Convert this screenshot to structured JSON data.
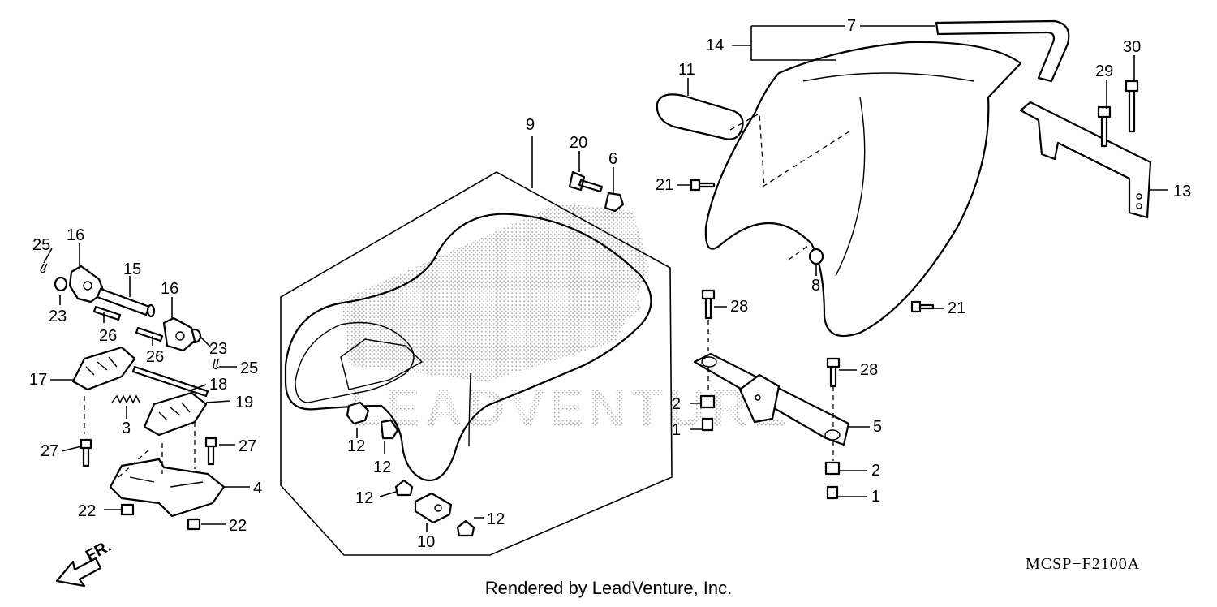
{
  "diagram": {
    "code": "MCSP−F2100A",
    "credit": "Rendered by LeadVenture, Inc.",
    "direction_label": "FR.",
    "watermark_text": "LEADVENTURE",
    "callouts": [
      {
        "id": "c1a",
        "text": "1"
      },
      {
        "id": "c1b",
        "text": "1"
      },
      {
        "id": "c2a",
        "text": "2"
      },
      {
        "id": "c2b",
        "text": "2"
      },
      {
        "id": "c3",
        "text": "3"
      },
      {
        "id": "c4",
        "text": "4"
      },
      {
        "id": "c5",
        "text": "5"
      },
      {
        "id": "c6",
        "text": "6"
      },
      {
        "id": "c7",
        "text": "7"
      },
      {
        "id": "c8",
        "text": "8"
      },
      {
        "id": "c9",
        "text": "9"
      },
      {
        "id": "c10",
        "text": "10"
      },
      {
        "id": "c11",
        "text": "11"
      },
      {
        "id": "c12a",
        "text": "12"
      },
      {
        "id": "c12b",
        "text": "12"
      },
      {
        "id": "c12c",
        "text": "12"
      },
      {
        "id": "c12d",
        "text": "12"
      },
      {
        "id": "c13",
        "text": "13"
      },
      {
        "id": "c14",
        "text": "14"
      },
      {
        "id": "c15",
        "text": "15"
      },
      {
        "id": "c16a",
        "text": "16"
      },
      {
        "id": "c16b",
        "text": "16"
      },
      {
        "id": "c17",
        "text": "17"
      },
      {
        "id": "c18",
        "text": "18"
      },
      {
        "id": "c19",
        "text": "19"
      },
      {
        "id": "c20",
        "text": "20"
      },
      {
        "id": "c21a",
        "text": "21"
      },
      {
        "id": "c21b",
        "text": "21"
      },
      {
        "id": "c22a",
        "text": "22"
      },
      {
        "id": "c22b",
        "text": "22"
      },
      {
        "id": "c23a",
        "text": "23"
      },
      {
        "id": "c23b",
        "text": "23"
      },
      {
        "id": "c25a",
        "text": "25"
      },
      {
        "id": "c25b",
        "text": "25"
      },
      {
        "id": "c26a",
        "text": "26"
      },
      {
        "id": "c26b",
        "text": "26"
      },
      {
        "id": "c27a",
        "text": "27"
      },
      {
        "id": "c27b",
        "text": "27"
      },
      {
        "id": "c28a",
        "text": "28"
      },
      {
        "id": "c28b",
        "text": "28"
      },
      {
        "id": "c29",
        "text": "29"
      },
      {
        "id": "c30",
        "text": "30"
      }
    ]
  }
}
